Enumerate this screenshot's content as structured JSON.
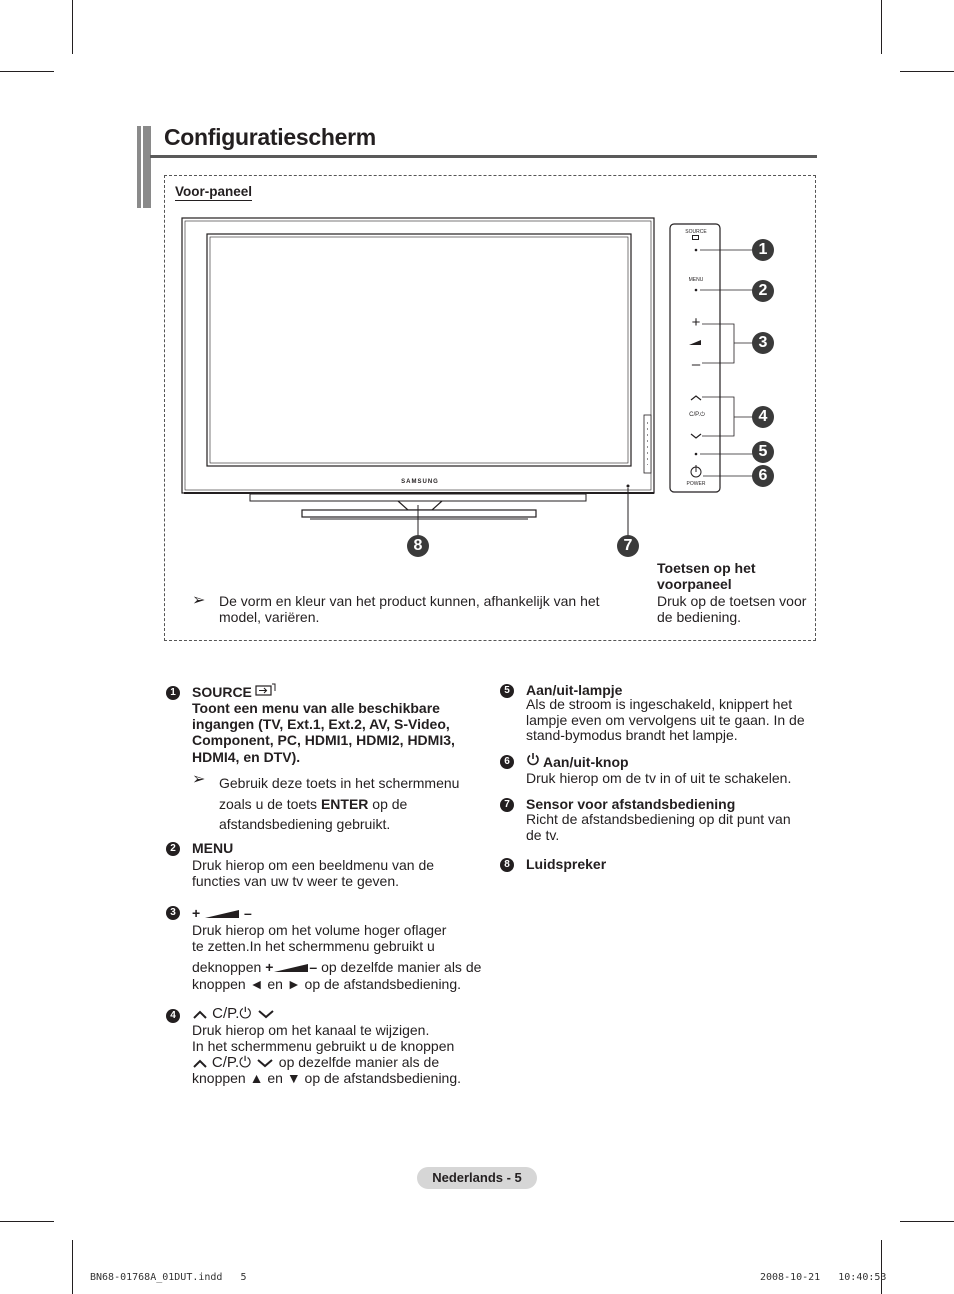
{
  "title": "Configuratiescherm",
  "panel": {
    "heading": "Voor-paneel",
    "brand_logo": "SAMSUNG",
    "side_labels": {
      "source": "SOURCE",
      "menu": "MENU",
      "channel": "C/P.⏻",
      "power": "POWER"
    },
    "callouts": [
      "1",
      "2",
      "3",
      "4",
      "5",
      "6",
      "7",
      "8"
    ],
    "note_arrow": "➢",
    "note": "De vorm en kleur van het product kunnen, afhankelijk van het model, variëren.",
    "keys_title": "Toetsen op het voorpaneel",
    "keys_text": "Druk op de toetsen voor de bediening."
  },
  "items": {
    "i1": {
      "num": "1",
      "head": "SOURCE",
      "desc": "Toont een menu van alle beschikbare ingangen (TV, Ext.1, Ext.2, AV, S-Video, Component, PC, HDMI1, HDMI2, HDMI3, HDMI4, en DTV).",
      "tip_pre": "Gebruik deze toets in het schermmenu zoals u de toets",
      "tip_bold": "ENTER",
      "tip_post": "op de afstandsbediening gebruikt."
    },
    "i2": {
      "num": "2",
      "head": "MENU",
      "desc": "Druk hierop om een beeldmenu van de functies van uw tv weer te geven."
    },
    "i3": {
      "num": "3",
      "head_plus": "+",
      "head_minus": "–",
      "line1": "Druk hierop om het volume hoger oflager",
      "line2": "te zetten.In het schermmenu gebruikt u",
      "line3_pre": "deknoppen",
      "line3_plus": "+",
      "line3_minus": "–",
      "line3_post": "op dezelfde manier als de",
      "line4": "knoppen ◄ en ► op de afstandsbediening."
    },
    "i4": {
      "num": "4",
      "head": "C/P.⏻",
      "line1": "Druk hierop om het kanaal te wijzigen.",
      "line2": "In het schermmenu gebruikt u de knoppen",
      "line3_mid": "C/P.⏻",
      "line3_post": "op dezelfde manier als de",
      "line4": "knoppen ▲ en ▼ op de afstandsbediening."
    },
    "i5": {
      "num": "5",
      "head": "Aan/uit-lampje",
      "desc": "Als de stroom is ingeschakeld, knippert het lampje even om vervolgens uit te gaan. In de stand-bymodus brandt het lampje."
    },
    "i6": {
      "num": "6",
      "head": "Aan/uit-knop",
      "desc": "Druk hierop om de tv in of uit te schakelen."
    },
    "i7": {
      "num": "7",
      "head": "Sensor voor afstandsbediening",
      "desc": "Richt de afstandsbediening op dit punt van de tv."
    },
    "i8": {
      "num": "8",
      "head": "Luidspreker"
    }
  },
  "footer": {
    "page_label": "Nederlands - 5"
  },
  "meta": {
    "file": "BN68-01768A_01DUT.indd   5",
    "date": "2008-10-21   10:40:53"
  }
}
